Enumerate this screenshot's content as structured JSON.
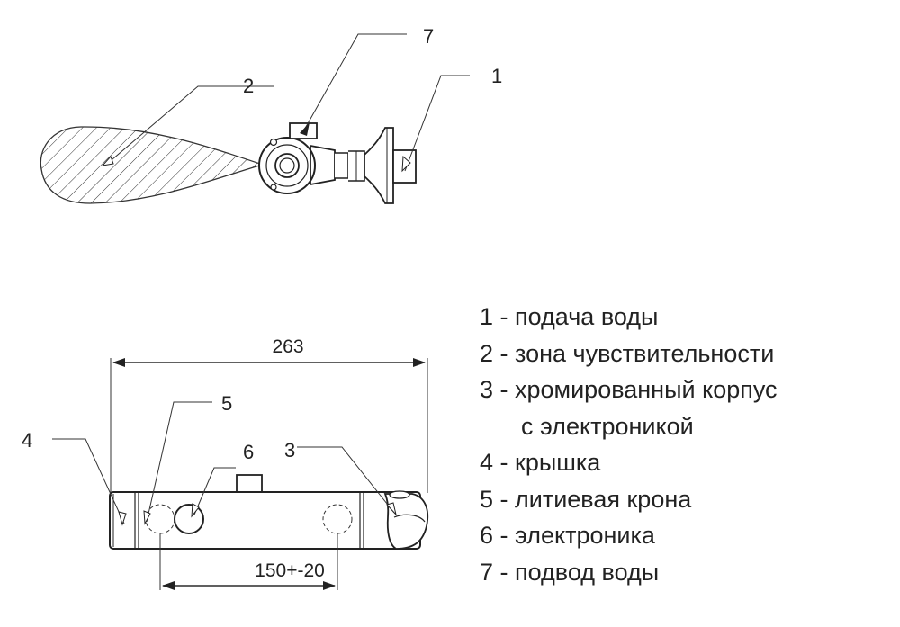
{
  "callouts": {
    "top_1": "1",
    "top_2": "2",
    "top_7": "7",
    "bottom_3": "3",
    "bottom_4": "4",
    "bottom_5": "5",
    "bottom_6": "6"
  },
  "dimensions": {
    "length": "263",
    "spacing": "150+-20"
  },
  "legend": [
    "1 - подача воды",
    "2 - зона чувствительности",
    "3 - хромированный корпус",
    "с электроникой",
    "4 - крышка",
    "5 - литиевая крона",
    "6 - электроника",
    "7 - подвод воды"
  ]
}
